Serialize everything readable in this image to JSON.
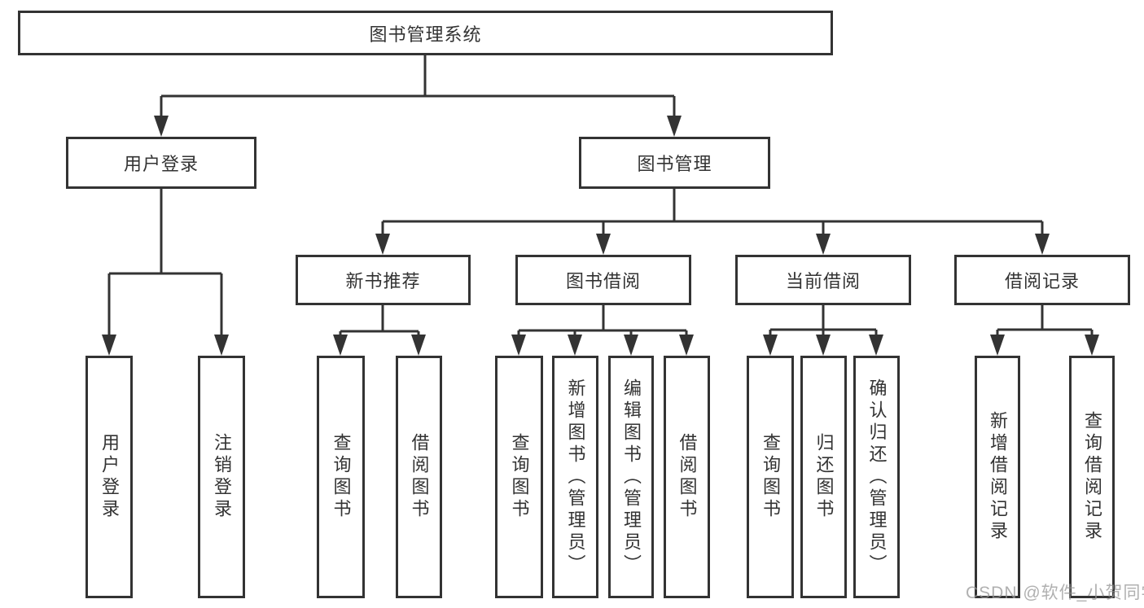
{
  "diagram": {
    "root": {
      "label": "图书管理系统"
    },
    "level1": {
      "user_login": {
        "label": "用户登录"
      },
      "book_management": {
        "label": "图书管理"
      }
    },
    "level2": {
      "new_book_recommend": {
        "label": "新书推荐"
      },
      "book_borrow": {
        "label": "图书借阅"
      },
      "current_borrow": {
        "label": "当前借阅"
      },
      "borrow_records": {
        "label": "借阅记录"
      }
    },
    "leaves": {
      "user_login_login": {
        "label": "用户登录"
      },
      "user_login_logout": {
        "label": "注销登录"
      },
      "newbook_query": {
        "label": "查询图书"
      },
      "newbook_borrow": {
        "label": "借阅图书"
      },
      "borrow_query": {
        "label": "查询图书"
      },
      "borrow_add_admin": {
        "label": "新增图书（管理员）"
      },
      "borrow_edit_admin": {
        "label": "编辑图书（管理员）"
      },
      "borrow_borrow": {
        "label": "借阅图书"
      },
      "current_query": {
        "label": "查询图书"
      },
      "current_return": {
        "label": "归还图书"
      },
      "current_confirm_admin": {
        "label": "确认归还（管理员）"
      },
      "records_add": {
        "label": "新增借阅记录"
      },
      "records_query": {
        "label": "查询借阅记录"
      }
    }
  },
  "watermark": {
    "text": "CSDN @软件_小贺同学"
  },
  "colors": {
    "line": "#333333",
    "box_border": "#333333",
    "text": "#333333",
    "watermark": "#b9b9b9",
    "background": "#ffffff"
  }
}
